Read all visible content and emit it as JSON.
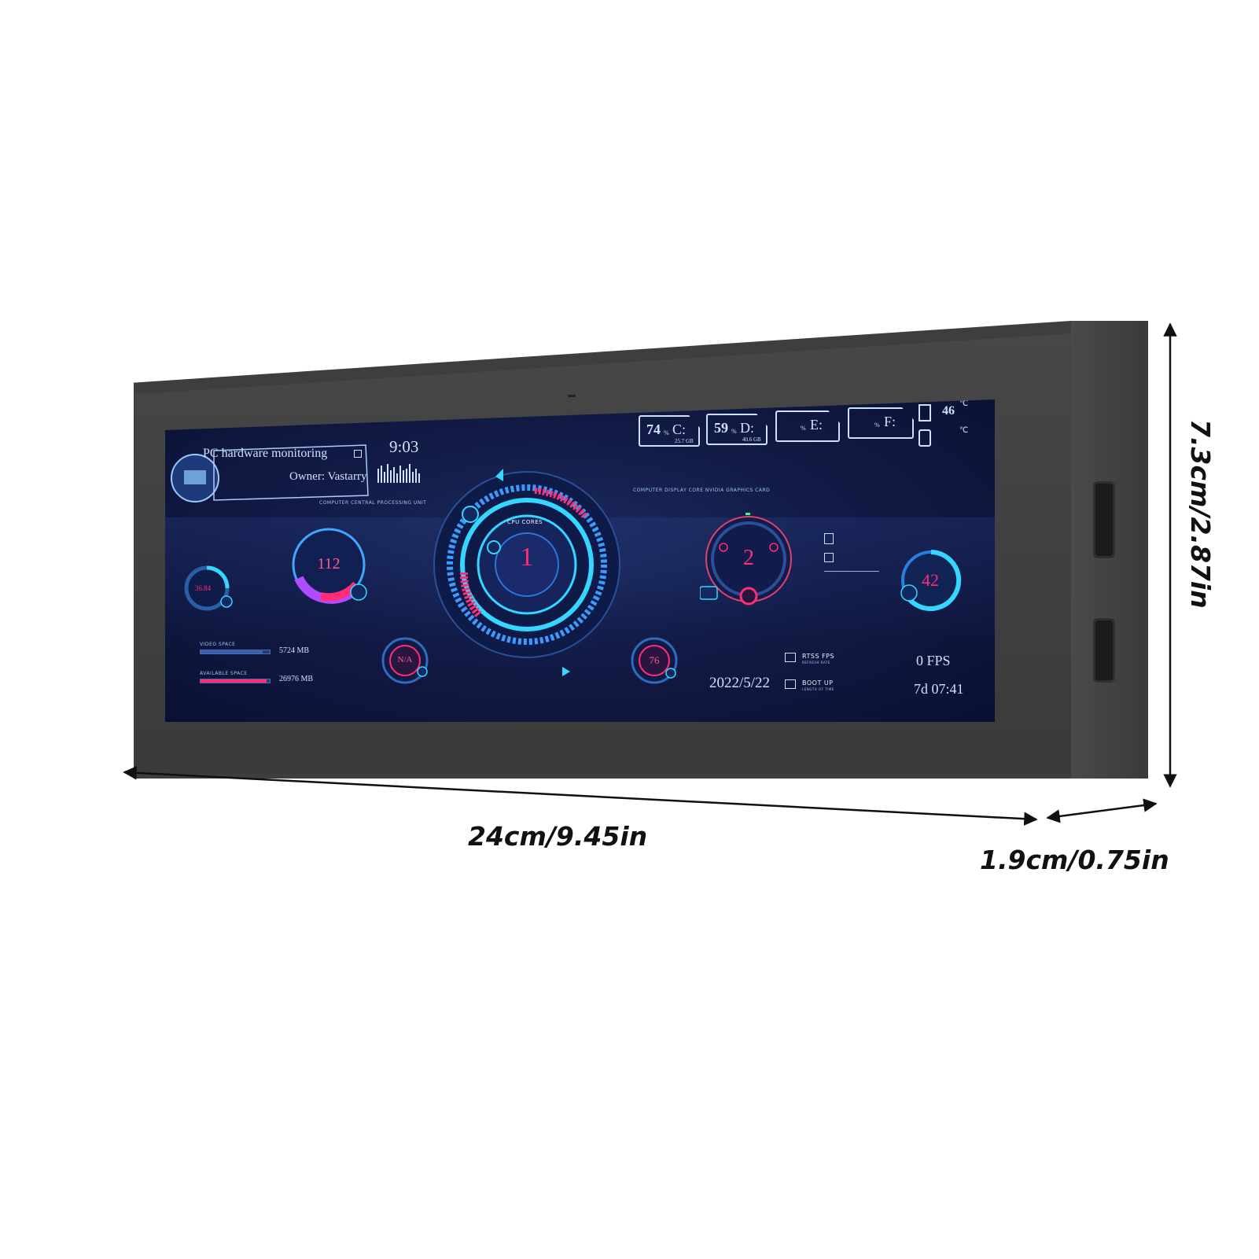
{
  "screen": {
    "title": "PC hardware monitoring",
    "owner": "Owner: Vastarry",
    "time": "9:03",
    "cpu_caption": "COMPUTER CENTRAL PROCESSING UNIT",
    "gpu_caption": "COMPUTER DISPLAY CORE NVIDIA GRAPHICS CARD",
    "cpu_cores_label": "CPU CORES",
    "cpu_center_value": "1",
    "gpu_center_value": "2",
    "left_gauge_value": "112",
    "small_left_gauge_value": "36.84",
    "right_gauge_value": "42",
    "bottom_left_gauge_value": "N/A",
    "bottom_mid_gauge_value": "76",
    "drives": [
      {
        "percent": "74",
        "letter": "C:",
        "size": "25.7 GB"
      },
      {
        "percent": "59",
        "letter": "D:",
        "size": "40.6 GB"
      },
      {
        "percent": "",
        "letter": "E:",
        "size": ""
      },
      {
        "percent": "",
        "letter": "F:",
        "size": ""
      }
    ],
    "temp_1": "46",
    "temp_unit": "℃",
    "video_space_label": "VIDEO SPACE",
    "video_space_value": "5724 MB",
    "available_space_label": "AVAILABLE SPACE",
    "available_space_value": "26976 MB",
    "rtss_label": "RTSS FPS",
    "rtss_sub": "REFRESH RATE",
    "boot_label": "BOOT UP",
    "boot_sub": "LENGTH OF TIME",
    "fps_value": "0 FPS",
    "date": "2022/5/22",
    "uptime": "7d 07:41",
    "percent_sign": "%",
    "video_space_fill": 0.9,
    "available_space_fill": 0.95
  },
  "dimensions": {
    "width": "24cm/9.45in",
    "height": "7.3cm/2.87in",
    "depth": "1.9cm/0.75in"
  },
  "colors": {
    "accent_cyan": "#35d6ff",
    "accent_pink": "#ff2d75",
    "accent_purple": "#b04cff"
  }
}
